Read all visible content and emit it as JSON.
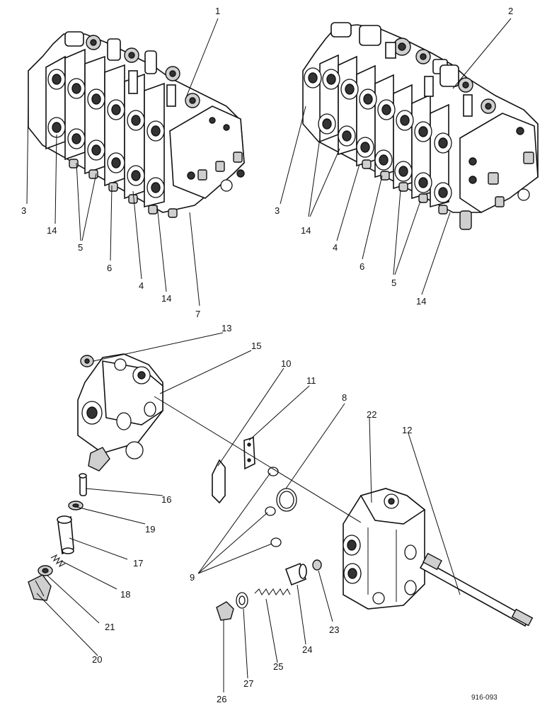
{
  "callouts": {
    "c1": "1",
    "c2": "2",
    "c3": "3",
    "c4": "4",
    "c5": "5",
    "c6": "6",
    "c7": "7",
    "c8": "8",
    "c9": "9",
    "c10": "10",
    "c11": "11",
    "c12": "12",
    "c13": "13",
    "c14": "14",
    "c15": "15",
    "c16": "16",
    "c17": "17",
    "c18": "18",
    "c19": "19",
    "c20": "20",
    "c21": "21",
    "c22": "22",
    "c23": "23",
    "c24": "24",
    "c25": "25",
    "c26": "26",
    "c27": "27"
  },
  "reference_code": "916-093"
}
